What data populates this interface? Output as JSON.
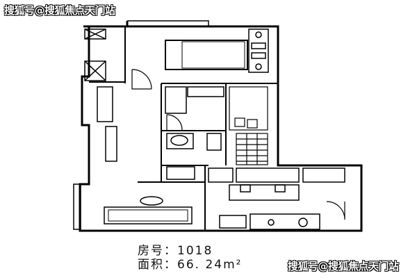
{
  "watermark": "搜狐号@搜狐焦点天门站",
  "room": {
    "label": "房号：",
    "value": "1018"
  },
  "area": {
    "label": "面积：",
    "value": "66. 24m²"
  }
}
